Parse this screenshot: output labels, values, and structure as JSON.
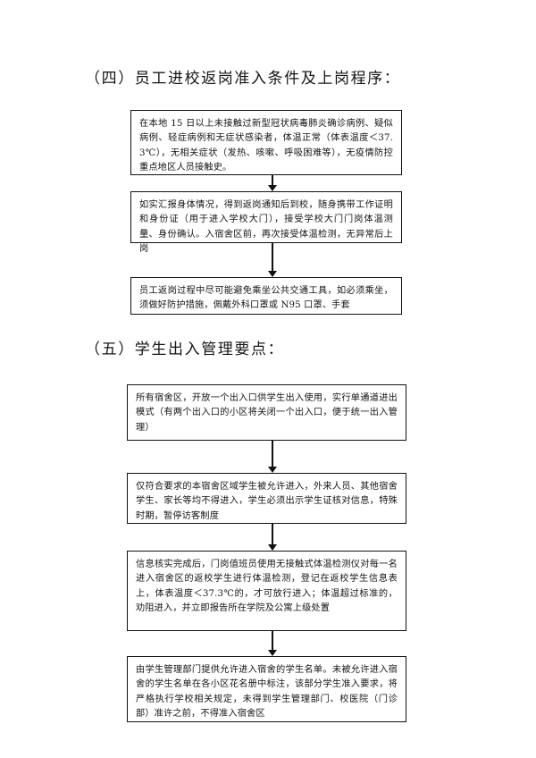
{
  "document": {
    "sections": [
      {
        "id": "section-four",
        "heading": "（四）员工进校返岗准入条件及上岗程序：",
        "steps": [
          {
            "id": "box-a1",
            "text": "在本地 15 日以上未接触过新型冠状病毒肺炎确诊病例、疑似病例、轻症病例和无症状感染者，体温正常（体表温度＜37.3℃），无相关症状（发热、咳嗽、呼吸困难等），无疫情防控重点地区人员接触史。"
          },
          {
            "id": "box-a2",
            "text": "如实汇报身体情况，得到返岗通知后到校，随身携带工作证明和身份证（用于进入学校大门），接受学校大门门岗体温测量、身份确认。入宿舍区前，再次接受体温检测，无异常后上岗"
          },
          {
            "id": "box-a3",
            "text": "员工返岗过程中尽可能避免乘坐公共交通工具，如必须乘坐，须做好防护措施，佩戴外科口罩或 N95 口罩、手套"
          }
        ]
      },
      {
        "id": "section-five",
        "heading": "（五）学生出入管理要点：",
        "steps": [
          {
            "id": "box-b1",
            "text": "所有宿舍区，开放一个出入口供学生出入使用，实行单通道进出模式（有两个出入口的小区将关闭一个出入口，便于统一出入管理）"
          },
          {
            "id": "box-b2",
            "text": "仅符合要求的本宿舍区域学生被允许进入，外来人员、其他宿舍学生、家长等均不得进入，学生必须出示学生证核对信息，特殊时期，暂停访客制度"
          },
          {
            "id": "box-b3",
            "text": "信息核实完成后，门岗值班员使用无接触式体温检测仪对每一名进入宿舍区的返校学生进行体温检测，登记在返校学生信息表上，体表温度＜37.3℃的，才可放行进入；体温超过标准的，劝阻进入，并立即报告所在学院及公寓上级处置"
          },
          {
            "id": "box-b4",
            "text": "由学生管理部门提供允许进入宿舍的学生名单。未被允许进入宿舍的学生名单在各小区花名册中标注，该部分学生准入要求，将严格执行学校相关规定，未得到学生管理部门、校医院（门诊部）准许之前，不得准入宿舍区"
          }
        ]
      }
    ],
    "colors": {
      "page_background": "#ffffff",
      "text": "#141414",
      "border": "#111111",
      "arrow": "#111111"
    }
  }
}
